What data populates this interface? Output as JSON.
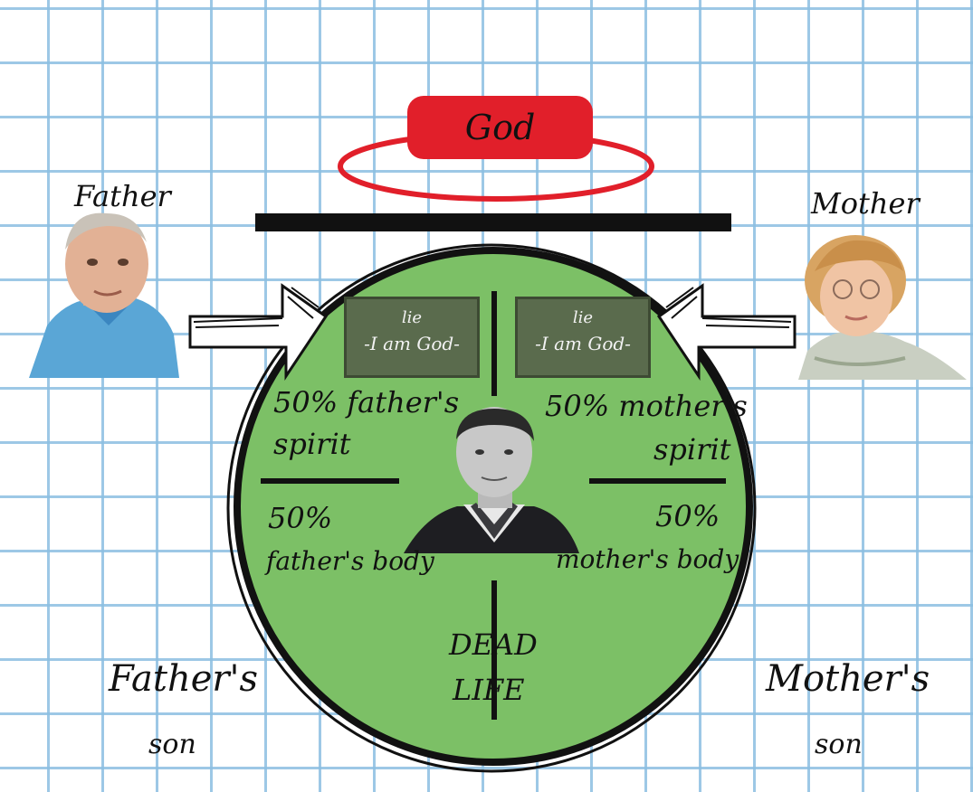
{
  "god": {
    "label": "God",
    "color": "#e11f2a"
  },
  "father": {
    "label": "Father",
    "portrait": "older-man-portrait"
  },
  "mother": {
    "label": "Mother",
    "portrait": "older-woman-portrait"
  },
  "center": {
    "portrait": "young-man-portrait",
    "circle_color": "#7cc066"
  },
  "lie_left": {
    "line1": "lie",
    "line2": "-I am God-"
  },
  "lie_right": {
    "line1": "lie",
    "line2": "-I am God-"
  },
  "quadrants": {
    "father_spirit_a": "50% father's",
    "father_spirit_b": "spirit",
    "mother_spirit_a": "50% mother's",
    "mother_spirit_b": "spirit",
    "father_body_a": "50%",
    "father_body_b": "father's body",
    "mother_body_a": "50%",
    "mother_body_b": "mother's body",
    "dead": "DEAD",
    "life": "LIFE"
  },
  "sons": {
    "father_son_a": "Father's",
    "father_son_b": "son",
    "mother_son_a": "Mother's",
    "mother_son_b": "son"
  }
}
